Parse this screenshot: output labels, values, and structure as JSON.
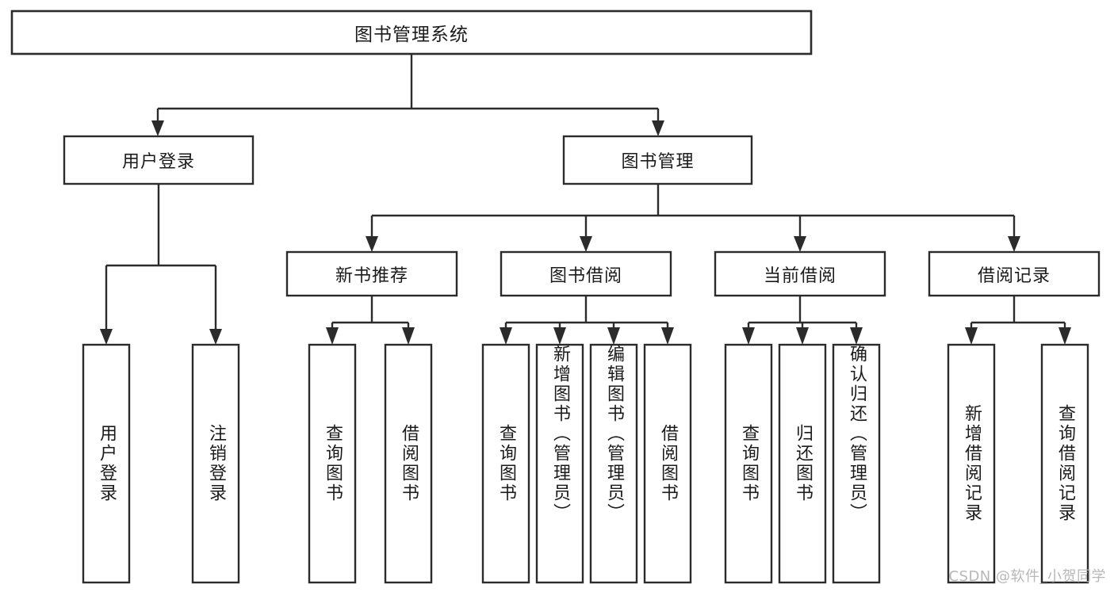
{
  "diagram": {
    "type": "tree",
    "title": "图书管理系统",
    "watermark": "CSDN @软件_小贺同学",
    "colors": {
      "box_stroke": "#2b2b2b",
      "box_fill": "#ffffff",
      "text": "#1b1b1b",
      "background": "#ffffff",
      "watermark": "#b8b8b8"
    },
    "nodes": {
      "root": {
        "label": "图书管理系统"
      },
      "level1": [
        {
          "label": "用户登录"
        },
        {
          "label": "图书管理"
        }
      ],
      "level2": [
        {
          "label": "新书推荐"
        },
        {
          "label": "图书借阅"
        },
        {
          "label": "当前借阅"
        },
        {
          "label": "借阅记录"
        }
      ],
      "leaves": {
        "user_login": [
          {
            "label": "用户登录"
          },
          {
            "label": "注销登录"
          }
        ],
        "new_book_recommend": [
          {
            "label": "查询图书"
          },
          {
            "label": "借阅图书"
          }
        ],
        "book_borrow": [
          {
            "label": "查询图书"
          },
          {
            "label": "新增图书（管理员）"
          },
          {
            "label": "编辑图书（管理员）"
          },
          {
            "label": "借阅图书"
          }
        ],
        "current_borrow": [
          {
            "label": "查询图书"
          },
          {
            "label": "归还图书"
          },
          {
            "label": "确认归还（管理员）"
          }
        ],
        "borrow_record": [
          {
            "label": "新增借阅记录"
          },
          {
            "label": "查询借阅记录"
          }
        ]
      }
    }
  }
}
